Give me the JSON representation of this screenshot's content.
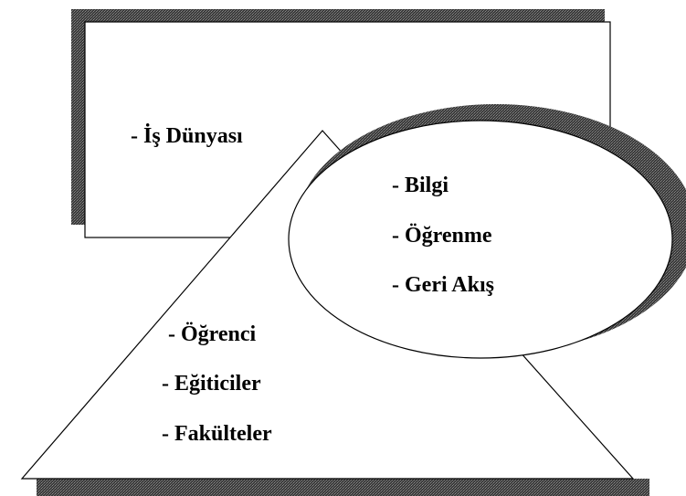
{
  "colors": {
    "shadow": "#4a4a4a",
    "outline": "#000000",
    "fill": "#ffffff",
    "text": "#000000"
  },
  "rectangle": {
    "items": [
      "- İş Dünyası"
    ]
  },
  "ellipse": {
    "items": [
      "- Bilgi",
      "- Öğrenme",
      "- Geri Akış"
    ]
  },
  "triangle": {
    "items": [
      "- Öğrenci",
      "- Eğiticiler",
      "- Fakülteler"
    ]
  }
}
